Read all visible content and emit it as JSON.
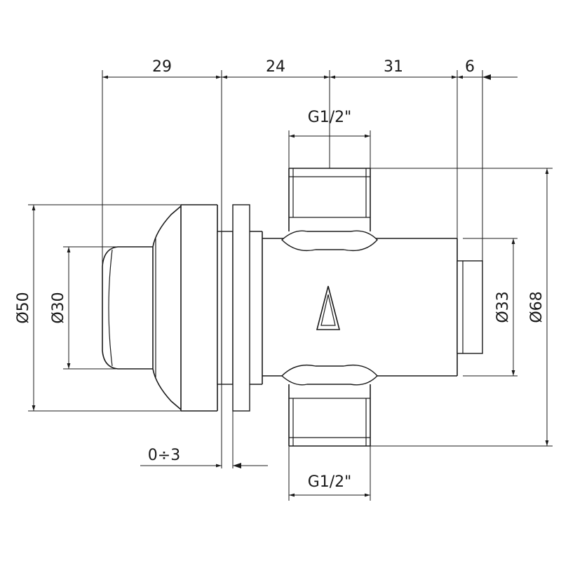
{
  "dimensions": {
    "top": [
      "29",
      "24",
      "31",
      "6"
    ],
    "left_outer": "Ø50",
    "left_inner": "Ø30",
    "right_inner": "Ø33",
    "right_outer": "Ø68",
    "adjust": "0÷3",
    "thread_top": "G1/2\"",
    "thread_bottom": "G1/2\""
  }
}
